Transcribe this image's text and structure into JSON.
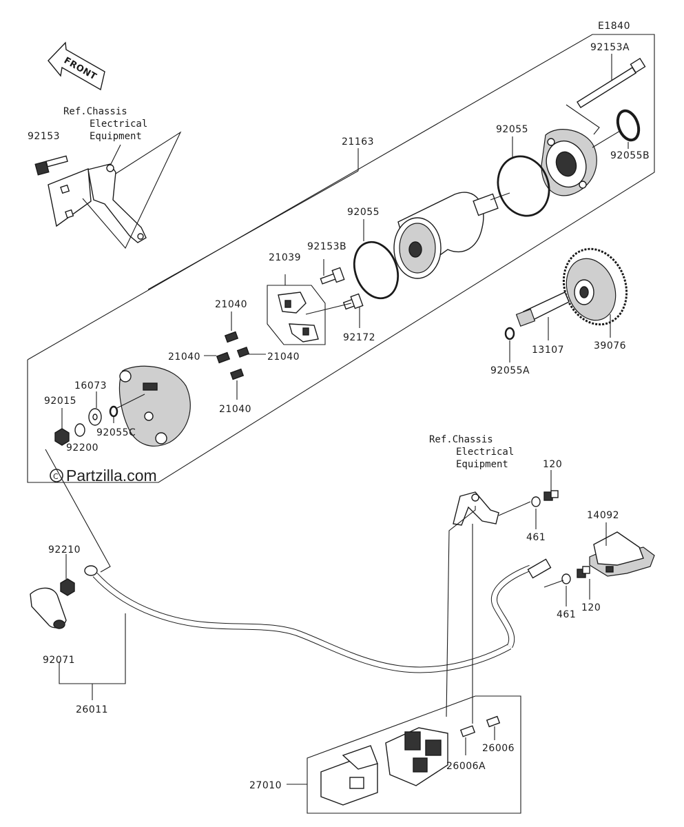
{
  "diagram_code": "E1840",
  "front_arrow": "FRONT",
  "watermark": "Partzilla.com",
  "refs": {
    "ref_top_line1": "Ref.Chassis",
    "ref_top_line2": "Electrical",
    "ref_top_line3": "Equipment",
    "ref_mid_line1": "Ref.Chassis",
    "ref_mid_line2": "Electrical",
    "ref_mid_line3": "Equipment"
  },
  "parts": {
    "p92153": "92153",
    "p21163": "21163",
    "p92153A": "92153A",
    "p92055_top": "92055",
    "p92055B": "92055B",
    "p92055_mid": "92055",
    "p92153B": "92153B",
    "p21039": "21039",
    "p21040_a": "21040",
    "p21040_b": "21040",
    "p21040_c": "21040",
    "p21040_d": "21040",
    "p92172": "92172",
    "p13107": "13107",
    "p39076": "39076",
    "p92055A": "92055A",
    "p16073": "16073",
    "p92015": "92015",
    "p92055C": "92055C",
    "p92200": "92200",
    "p120_top": "120",
    "p14092": "14092",
    "p461_top": "461",
    "p461_bot": "461",
    "p120_bot": "120",
    "p92210": "92210",
    "p92071": "92071",
    "p26011": "26011",
    "p26006": "26006",
    "p26006A": "26006A",
    "p27010": "27010"
  }
}
